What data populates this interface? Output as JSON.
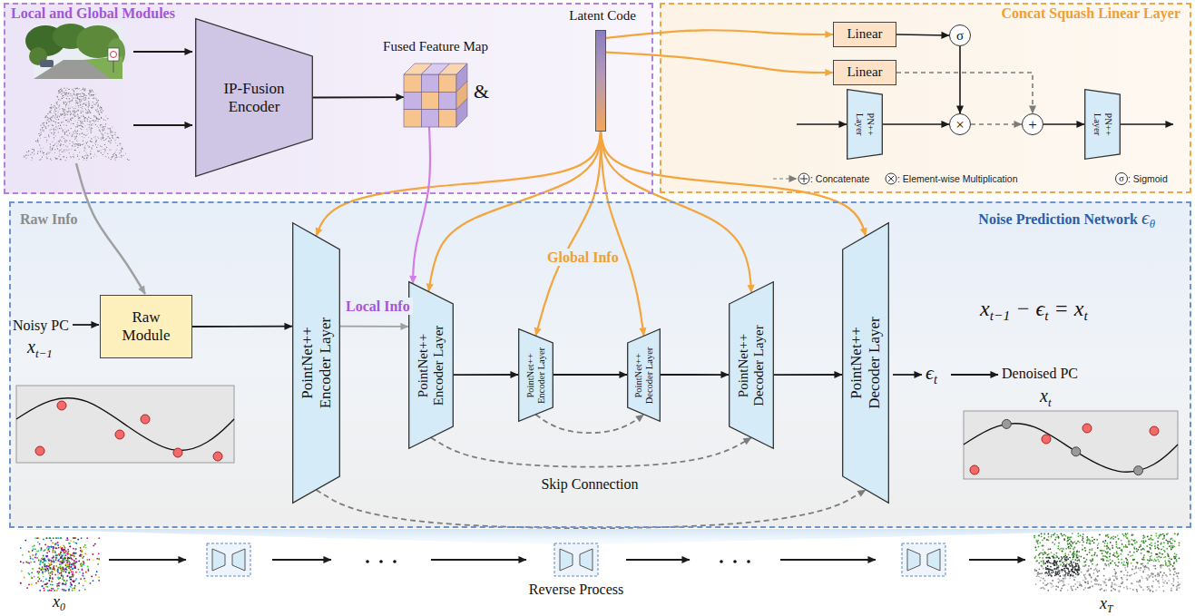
{
  "diagram": {
    "nodes": [
      {
        "text": [
          "Local and Global Modules"
        ]
      },
      {
        "text": [
          "IP-Fusion Encoder"
        ],
        "in": 0
      },
      {
        "text": [
          "Fused Feature Map"
        ],
        "in": 0
      },
      {
        "text": [
          "Latent Code"
        ],
        "in": 0
      },
      {
        "text": [
          "Concat Squash Linear Layer"
        ]
      },
      {
        "text": [
          "Linear"
        ],
        "in": 4
      },
      {
        "text": [
          "σ"
        ],
        "in": 4
      },
      {
        "text": [
          "Linear"
        ],
        "in": 4
      },
      {
        "text": [
          "PN++ Layer"
        ],
        "in": 4
      },
      {
        "text": [
          "×"
        ],
        "in": 4
      },
      {
        "text": [
          "+"
        ],
        "in": 4
      },
      {
        "text": [
          "PN++ Layer"
        ],
        "in": 4
      },
      {
        "text": [
          "Noise Prediction Network ϵθ"
        ]
      },
      {
        "text": [
          "Raw Module"
        ],
        "in": 12
      },
      {
        "text": [
          "PointNet++ Encoder Layer"
        ],
        "in": 12
      },
      {
        "text": [
          "PointNet++ Encoder Layer"
        ],
        "in": 12
      },
      {
        "text": [
          "PointNet++ Encoder Layer"
        ],
        "in": 12
      },
      {
        "text": [
          "PointNet++ Decoder Layer"
        ],
        "in": 12
      },
      {
        "text": [
          "PointNet++ Decoder Layer"
        ],
        "in": 12
      },
      {
        "text": [
          "PointNet++ Decoder Layer"
        ],
        "in": 12
      }
    ],
    "edges": [
      {
        "from": 1,
        "to": 2,
        "arrow": "to"
      },
      {
        "from": 3,
        "to": 5,
        "arrow": "to"
      },
      {
        "from": 3,
        "to": 7,
        "arrow": "to"
      },
      {
        "from": 5,
        "to": 6,
        "arrow": "to"
      },
      {
        "from": 6,
        "to": 9,
        "arrow": "to"
      },
      {
        "from": 7,
        "to": 10,
        "arrow": "to"
      },
      {
        "from": 8,
        "to": 9,
        "arrow": "to"
      },
      {
        "from": 9,
        "to": 10,
        "arrow": "to"
      },
      {
        "from": 10,
        "to": 11,
        "arrow": "to"
      },
      {
        "from": 3,
        "to": 14,
        "arrow": "to"
      },
      {
        "from": 3,
        "to": 15,
        "arrow": "to"
      },
      {
        "from": 3,
        "to": 16,
        "arrow": "to"
      },
      {
        "from": 3,
        "to": 17,
        "arrow": "to"
      },
      {
        "from": 3,
        "to": 18,
        "arrow": "to"
      },
      {
        "from": 3,
        "to": 19,
        "arrow": "to"
      },
      {
        "from": 2,
        "to": 15,
        "arrow": "to"
      },
      {
        "from": 13,
        "to": 14,
        "arrow": "to"
      },
      {
        "from": 14,
        "to": 15,
        "arrow": "to"
      },
      {
        "from": 15,
        "to": 16,
        "arrow": "to"
      },
      {
        "from": 16,
        "to": 17,
        "arrow": "to"
      },
      {
        "from": 17,
        "to": 18,
        "arrow": "to"
      },
      {
        "from": 18,
        "to": 19,
        "arrow": "to"
      },
      {
        "from": 16,
        "to": 17,
        "arrow": "to"
      },
      {
        "from": 15,
        "to": 18,
        "arrow": "to"
      },
      {
        "from": 14,
        "to": 19,
        "arrow": "to"
      }
    ],
    "labels": [
      "Raw Info",
      "Local Info",
      "Global Info",
      "&",
      "Noisy PC",
      "xt−1",
      "xt−1 − ϵt = xt",
      "ϵt",
      "Denoised PC",
      "xt",
      "Skip Connection",
      "σ",
      "x0",
      "Reverse Process",
      "xT"
    ],
    "legend": [
      {
        "text": ": Concatenate"
      },
      {
        "text": ": Element-wise Multiplication"
      },
      {
        "text": ": Sigmoid"
      }
    ]
  }
}
